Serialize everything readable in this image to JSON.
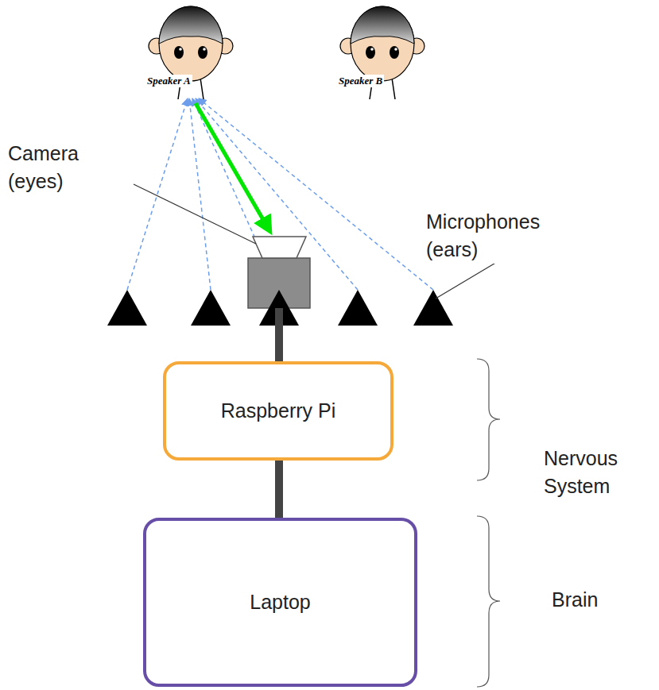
{
  "diagram": {
    "nodes": [
      {
        "text": [
          "Speaker A"
        ]
      },
      {
        "text": [
          "Speaker B"
        ]
      },
      {
        "text": [
          "Raspberry Pi"
        ]
      },
      {
        "text": [
          "Laptop"
        ]
      }
    ],
    "edges": [
      {
        "from": 2,
        "to": 3,
        "arrow": "none"
      }
    ],
    "labels": [
      "Camera (eyes)",
      "Microphones (ears)",
      "Nervous System",
      "Brain"
    ]
  }
}
